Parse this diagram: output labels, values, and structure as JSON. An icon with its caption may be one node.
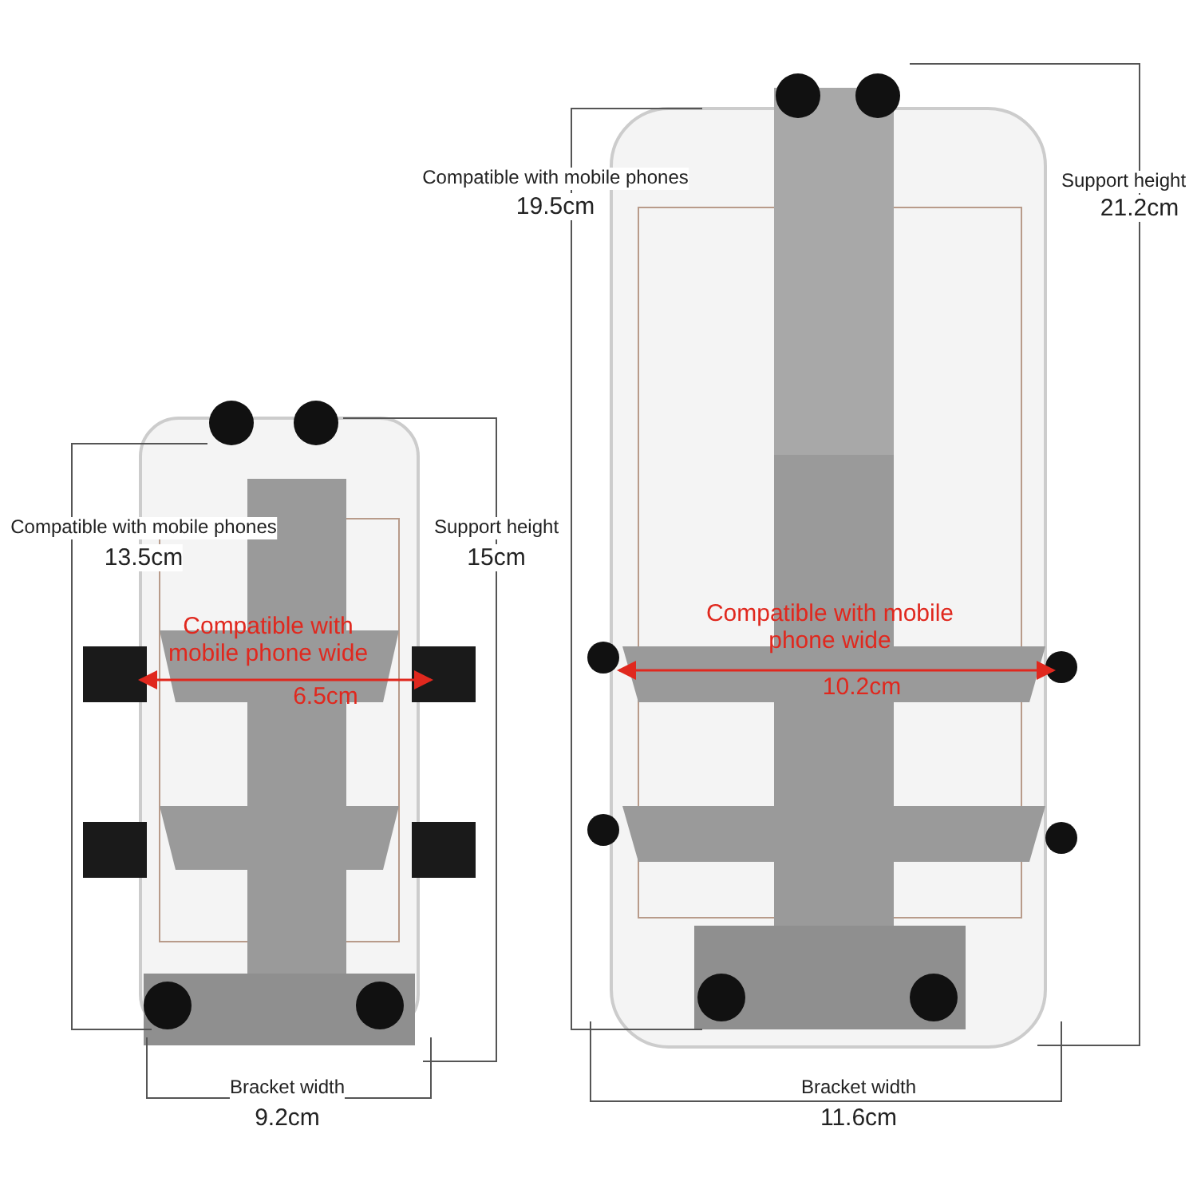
{
  "diagram": {
    "labels": [
      "Compatible with mobile phones",
      "19.5cm",
      "Support height",
      "21.2cm",
      "Compatible with mobile phones",
      "13.5cm",
      "Support height",
      "15cm",
      "Compatible with mobile phone wide",
      "6.5cm",
      "Compatible with mobile phone wide",
      "10.2cm",
      "Bracket width",
      "9.2cm",
      "Bracket width",
      "11.6cm"
    ]
  }
}
